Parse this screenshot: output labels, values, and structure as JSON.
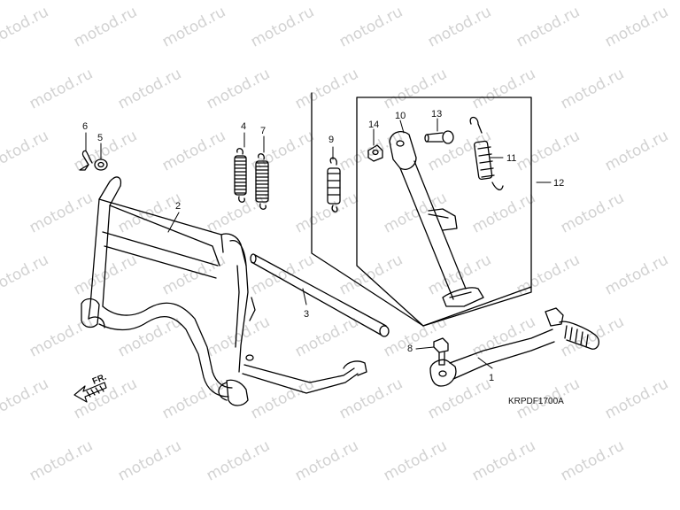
{
  "watermark": "motod.ru",
  "diagram_code": "KRPDF1700A",
  "direction_label": "FR.",
  "callouts": {
    "p1": "1",
    "p2": "2",
    "p3": "3",
    "p4": "4",
    "p5": "5",
    "p6": "6",
    "p7": "7",
    "p8": "8",
    "p9": "9",
    "p10": "10",
    "p11": "11",
    "p12": "12",
    "p13": "13",
    "p14": "14"
  }
}
